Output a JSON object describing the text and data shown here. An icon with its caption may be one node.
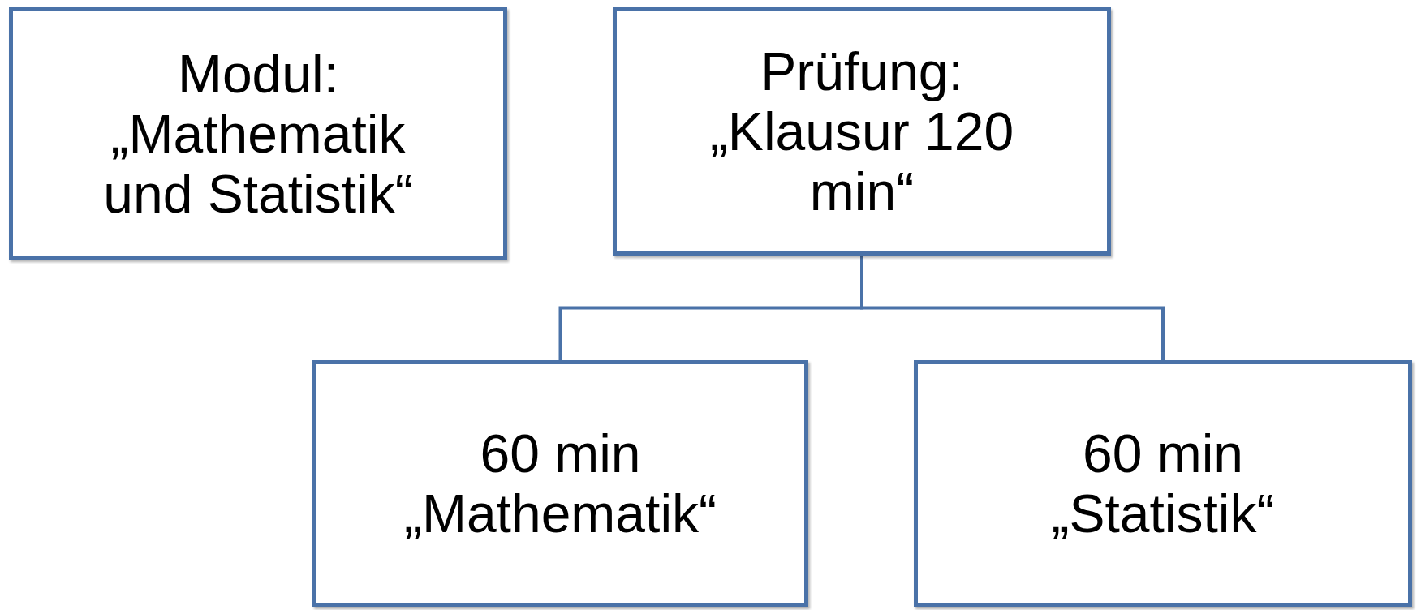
{
  "diagram": {
    "nodes": [
      {
        "text": [
          "Modul:",
          "„Mathematik und Statistik“"
        ]
      },
      {
        "text": [
          "Prüfung:",
          "„Klausur 120 min“"
        ]
      },
      {
        "text": [
          "60 min",
          "„Mathematik“"
        ]
      },
      {
        "text": [
          "60 min",
          "„Statistik“"
        ]
      }
    ],
    "edges": [
      {
        "from": 1,
        "to": 2,
        "arrow": "none"
      },
      {
        "from": 1,
        "to": 3,
        "arrow": "none"
      }
    ]
  }
}
